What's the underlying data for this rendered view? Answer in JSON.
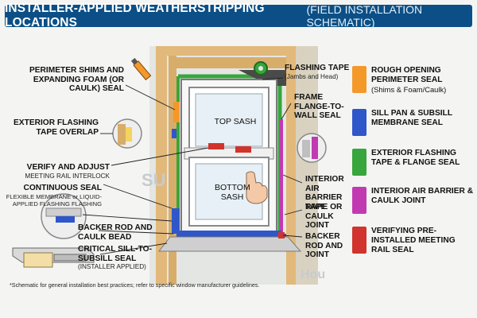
{
  "title": {
    "main": "INSTALLER-APPLIED WEATHERSTRIPPING LOCATIONS",
    "sub": "(FIELD INSTALLATION SCHEMATIC)"
  },
  "labels": {
    "perimeter": "PERIMETER SHIMS AND EXPANDING FOAM (OR CAULK) SEAL",
    "exterior_tape": "EXTERIOR FLASHING TAPE OVERLAP",
    "verify": "VERIFY AND ADJUST",
    "verify_sub": "MEETING RAIL INTERLOCK",
    "continuous": "CONTINUOUS SEAL",
    "continuous_sub": "FLEXIBLE MEMBRANE or LIQUID-APPLIED FLASHING FLASHING",
    "backer_left": "BACKER ROD AND CAULK BEAD",
    "critical": "CRITICAL SILL-TO-SUBSILL SEAL",
    "critical_sub": "(INSTALLER APPLIED)",
    "flashing_tape": "FLASHING TAPE",
    "flashing_tape_sub": "(Jambs and Head)",
    "frame_flange": "FRAME FLANGE-TO-WALL SEAL",
    "interior_air": "INTERIOR AIR BARRIER TAPE",
    "rape": "RAPE OR CAULK JOINT",
    "backer_right": "BACKER ROD AND JOINT"
  },
  "window": {
    "top_sash": "TOP SASH",
    "bottom_sash": "BOTTOM SASH"
  },
  "legend": [
    {
      "title": "ROUGH OPENING PERIMETER SEAL",
      "sub": "(Shims & Foam/Caulk)",
      "color": "#f5982a"
    },
    {
      "title": "SILL PAN & SUBSILL MEMBRANE SEAL",
      "sub": "",
      "color": "#2f57c9"
    },
    {
      "title": "EXTERIOR FLASHING TAPE & FLANGE SEAL",
      "sub": "",
      "color": "#37a63c"
    },
    {
      "title": "INTERIOR AIR BARRIER & CAULK JOINT",
      "sub": "",
      "color": "#c13ab2"
    },
    {
      "title": "VERIFYING PRE-INSTALLED MEETING RAIL SEAL",
      "sub": "",
      "color": "#d0342c"
    }
  ],
  "footnote": "*Schematic for general installation best practices; refer to specific window manufacturer guidelines."
}
